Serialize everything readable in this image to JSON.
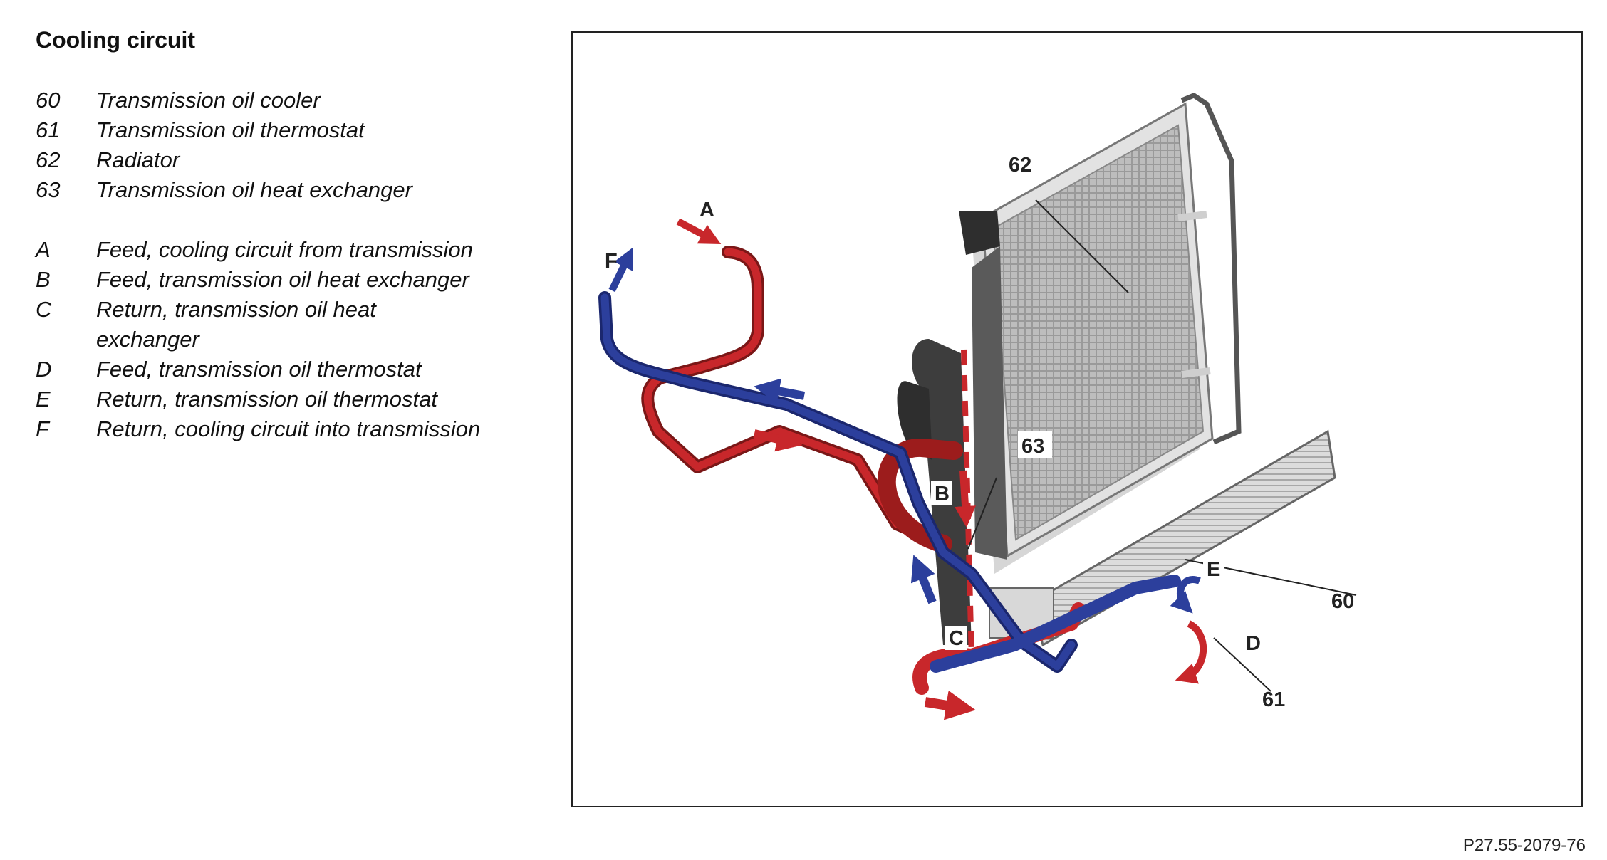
{
  "title": "Cooling circuit",
  "legend": [
    {
      "key": "60",
      "text": "Transmission oil cooler"
    },
    {
      "key": "61",
      "text": "Transmission oil thermostat"
    },
    {
      "key": "62",
      "text": "Radiator"
    },
    {
      "key": "63",
      "text": "Transmission oil heat exchanger"
    },
    {
      "key": "A",
      "text": "Feed, cooling circuit from transmission"
    },
    {
      "key": "B",
      "text": "Feed, transmission oil heat exchanger"
    },
    {
      "key": "C",
      "text": "Return, transmission oil heat exchanger"
    },
    {
      "key": "D",
      "text": "Feed, transmission oil thermostat"
    },
    {
      "key": "E",
      "text": "Return, transmission oil thermostat"
    },
    {
      "key": "F",
      "text": "Return, cooling circuit into transmission"
    }
  ],
  "callouts": {
    "c60": "60",
    "c61": "61",
    "c62": "62",
    "c63": "63",
    "cA": "A",
    "cB": "B",
    "cC": "C",
    "cD": "D",
    "cE": "E",
    "cF": "F"
  },
  "reference": "P27.55-2079-76",
  "colors": {
    "feed": "#c8272b",
    "return": "#2c3f9c",
    "radiator": "#b9b9b9",
    "frame": "#222222"
  }
}
